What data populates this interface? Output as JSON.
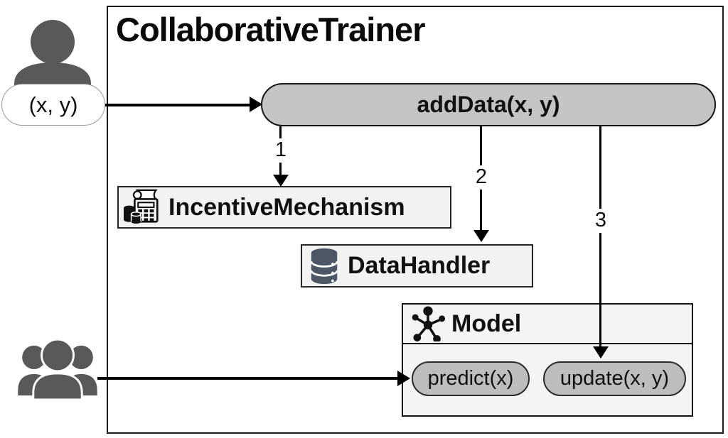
{
  "colors": {
    "pill_fill": "#c4c4c4",
    "box_fill": "#f2f2f2",
    "person_gray": "#595959",
    "db_slate": "#4d5664",
    "ink": "#111111",
    "border_dark": "#262626",
    "bubble_border": "#9a9a9a"
  },
  "diagram": {
    "title": "CollaborativeTrainer",
    "input_bubble": "(x, y)",
    "add_data_label": "addData(x, y)",
    "steps": {
      "one": "1",
      "two": "2",
      "three": "3"
    },
    "incentive_label": "IncentiveMechanism",
    "datahandler_label": "DataHandler",
    "model": {
      "title": "Model",
      "predict_label": "predict(x)",
      "update_label": "update(x, y)"
    }
  },
  "icons": {
    "user": "single-person silhouette",
    "users": "three-person group silhouette",
    "incentive": "calculator with receipt and coin stacks",
    "database": "database cylinder",
    "model": "hub-and-spoke network graph"
  }
}
